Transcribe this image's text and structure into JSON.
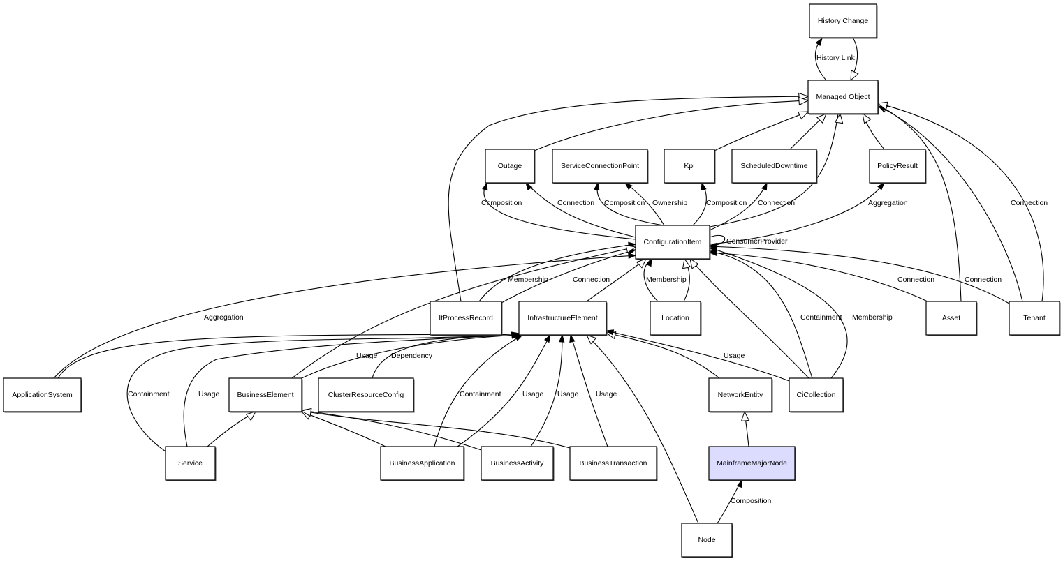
{
  "diagram": {
    "title": "ConfigurationItem class relationships",
    "highlight_color": "#dcdcff",
    "nodes": [
      {
        "id": "history_change",
        "label": "History Change"
      },
      {
        "id": "managed_object",
        "label": "Managed Object"
      },
      {
        "id": "outage",
        "label": "Outage"
      },
      {
        "id": "service_connection_point",
        "label": "ServiceConnectionPoint"
      },
      {
        "id": "kpi",
        "label": "Kpi"
      },
      {
        "id": "scheduled_downtime",
        "label": "ScheduledDowntime"
      },
      {
        "id": "policy_result",
        "label": "PolicyResult"
      },
      {
        "id": "configuration_item",
        "label": "ConfigurationItem"
      },
      {
        "id": "it_process_record",
        "label": "ItProcessRecord"
      },
      {
        "id": "infrastructure_element",
        "label": "InfrastructureElement"
      },
      {
        "id": "location",
        "label": "Location"
      },
      {
        "id": "asset",
        "label": "Asset"
      },
      {
        "id": "tenant",
        "label": "Tenant"
      },
      {
        "id": "application_system",
        "label": "ApplicationSystem"
      },
      {
        "id": "business_element",
        "label": "BusinessElement"
      },
      {
        "id": "cluster_resource_config",
        "label": "ClusterResourceConfig"
      },
      {
        "id": "network_entity",
        "label": "NetworkEntity"
      },
      {
        "id": "ci_collection",
        "label": "CiCollection"
      },
      {
        "id": "service",
        "label": "Service"
      },
      {
        "id": "business_application",
        "label": "BusinessApplication"
      },
      {
        "id": "business_activity",
        "label": "BusinessActivity"
      },
      {
        "id": "business_transaction",
        "label": "BusinessTransaction"
      },
      {
        "id": "mainframe_major_node",
        "label": "MainframeMajorNode",
        "highlighted": true
      },
      {
        "id": "node",
        "label": "Node"
      }
    ],
    "edges": [
      {
        "from": "managed_object",
        "to": "history_change",
        "label": "History Link",
        "kind": "association"
      },
      {
        "from": "history_change",
        "to": "managed_object",
        "label": "",
        "kind": "inheritance"
      },
      {
        "from": "it_process_record",
        "to": "managed_object",
        "label": "",
        "kind": "inheritance"
      },
      {
        "from": "outage",
        "to": "managed_object",
        "label": "",
        "kind": "inheritance"
      },
      {
        "from": "kpi",
        "to": "managed_object",
        "label": "",
        "kind": "inheritance"
      },
      {
        "from": "scheduled_downtime",
        "to": "managed_object",
        "label": "",
        "kind": "inheritance"
      },
      {
        "from": "configuration_item",
        "to": "managed_object",
        "label": "",
        "kind": "inheritance"
      },
      {
        "from": "policy_result",
        "to": "managed_object",
        "label": "",
        "kind": "inheritance"
      },
      {
        "from": "asset",
        "to": "managed_object",
        "label": "",
        "kind": "inheritance"
      },
      {
        "from": "tenant",
        "to": "managed_object",
        "label": "Connection",
        "kind": "association"
      },
      {
        "from": "tenant",
        "to": "managed_object",
        "label": "",
        "kind": "inheritance"
      },
      {
        "from": "configuration_item",
        "to": "outage",
        "label": "Composition",
        "kind": "association"
      },
      {
        "from": "configuration_item",
        "to": "outage",
        "label": "Connection",
        "kind": "association"
      },
      {
        "from": "configuration_item",
        "to": "service_connection_point",
        "label": "Composition",
        "kind": "association"
      },
      {
        "from": "configuration_item",
        "to": "service_connection_point",
        "label": "Ownership",
        "kind": "association"
      },
      {
        "from": "configuration_item",
        "to": "kpi",
        "label": "Composition",
        "kind": "association"
      },
      {
        "from": "configuration_item",
        "to": "scheduled_downtime",
        "label": "Connection",
        "kind": "association"
      },
      {
        "from": "configuration_item",
        "to": "policy_result",
        "label": "Aggregation",
        "kind": "association"
      },
      {
        "from": "configuration_item",
        "to": "configuration_item",
        "label": "ConsumerProvider",
        "kind": "association"
      },
      {
        "from": "it_process_record",
        "to": "configuration_item",
        "label": "Membership",
        "kind": "association"
      },
      {
        "from": "it_process_record",
        "to": "configuration_item",
        "label": "Connection",
        "kind": "association"
      },
      {
        "from": "infrastructure_element",
        "to": "configuration_item",
        "label": "",
        "kind": "inheritance"
      },
      {
        "from": "location",
        "to": "configuration_item",
        "label": "Membership",
        "kind": "association"
      },
      {
        "from": "location",
        "to": "configuration_item",
        "label": "",
        "kind": "inheritance"
      },
      {
        "from": "ci_collection",
        "to": "configuration_item",
        "label": "",
        "kind": "inheritance"
      },
      {
        "from": "ci_collection",
        "to": "configuration_item",
        "label": "Containment",
        "kind": "association"
      },
      {
        "from": "ci_collection",
        "to": "configuration_item",
        "label": "Membership",
        "kind": "association"
      },
      {
        "from": "asset",
        "to": "configuration_item",
        "label": "Connection",
        "kind": "association"
      },
      {
        "from": "tenant",
        "to": "configuration_item",
        "label": "Connection",
        "kind": "association"
      },
      {
        "from": "application_system",
        "to": "configuration_item",
        "label": "Aggregation",
        "kind": "association"
      },
      {
        "from": "business_element",
        "to": "configuration_item",
        "label": "",
        "kind": "inheritance"
      },
      {
        "from": "application_system",
        "to": "infrastructure_element",
        "label": "",
        "kind": "association"
      },
      {
        "from": "service",
        "to": "infrastructure_element",
        "label": "Containment",
        "kind": "association"
      },
      {
        "from": "service",
        "to": "infrastructure_element",
        "label": "Usage",
        "kind": "association"
      },
      {
        "from": "business_element",
        "to": "infrastructure_element",
        "label": "Usage",
        "kind": "association"
      },
      {
        "from": "cluster_resource_config",
        "to": "infrastructure_element",
        "label": "Dependency",
        "kind": "association"
      },
      {
        "from": "business_application",
        "to": "infrastructure_element",
        "label": "Containment",
        "kind": "association"
      },
      {
        "from": "business_application",
        "to": "infrastructure_element",
        "label": "Usage",
        "kind": "association"
      },
      {
        "from": "business_activity",
        "to": "infrastructure_element",
        "label": "Usage",
        "kind": "association"
      },
      {
        "from": "business_transaction",
        "to": "infrastructure_element",
        "label": "Usage",
        "kind": "association"
      },
      {
        "from": "node",
        "to": "infrastructure_element",
        "label": "",
        "kind": "inheritance"
      },
      {
        "from": "network_entity",
        "to": "infrastructure_element",
        "label": "",
        "kind": "inheritance"
      },
      {
        "from": "ci_collection",
        "to": "infrastructure_element",
        "label": "Usage",
        "kind": "association"
      },
      {
        "from": "service",
        "to": "business_element",
        "label": "",
        "kind": "inheritance"
      },
      {
        "from": "business_application",
        "to": "business_element",
        "label": "",
        "kind": "inheritance"
      },
      {
        "from": "business_activity",
        "to": "business_element",
        "label": "",
        "kind": "inheritance"
      },
      {
        "from": "business_transaction",
        "to": "business_element",
        "label": "",
        "kind": "inheritance"
      },
      {
        "from": "mainframe_major_node",
        "to": "network_entity",
        "label": "",
        "kind": "inheritance"
      },
      {
        "from": "node",
        "to": "mainframe_major_node",
        "label": "Composition",
        "kind": "association"
      }
    ]
  }
}
